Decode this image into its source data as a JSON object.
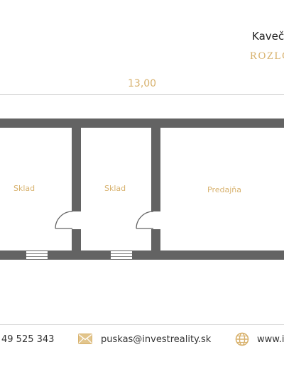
{
  "header": {
    "title": "Kaveč",
    "subtitle": "ROZLO"
  },
  "dimension": {
    "width_label": "13,00"
  },
  "rooms": [
    {
      "name": "Sklad"
    },
    {
      "name": "Sklad"
    },
    {
      "name": "Predajňa"
    }
  ],
  "footer": {
    "phone": "49 525 343",
    "email": "puskas@investreality.sk",
    "website": "www.i",
    "email_icon": "envelope-icon",
    "web_icon": "globe-icon"
  },
  "colors": {
    "accent_gold": "#d8b26e",
    "wall_gray": "#636363",
    "text_dark": "#1e1e1e"
  }
}
